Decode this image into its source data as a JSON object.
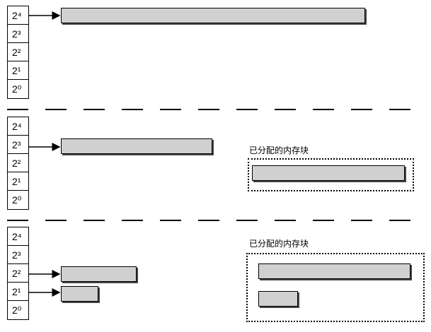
{
  "exponents": {
    "e4": "2⁴",
    "e3": "2³",
    "e2": "2²",
    "e1": "2¹",
    "e0": "2⁰"
  },
  "allocated_label": "已分配的内存块"
}
